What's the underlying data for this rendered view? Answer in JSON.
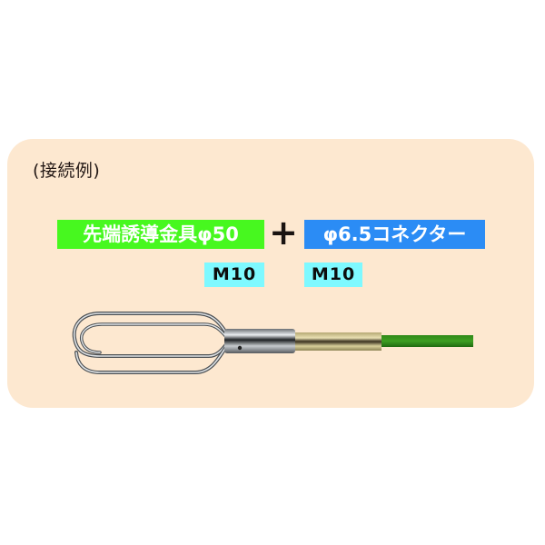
{
  "panel": {
    "title": "(接続例)",
    "background": "#fde8d0"
  },
  "combination": {
    "part_a": {
      "label": "先端誘導金具φ50",
      "color": "#47f81f",
      "thread": "M10"
    },
    "operator": "+",
    "part_b": {
      "label": "φ6.5コネクター",
      "color": "#2b8cf5",
      "thread": "M10"
    },
    "thread_badge_color": "#7ef9ff"
  },
  "product_image": {
    "description": "guide-tip-wire-basket-with-connector-and-rod",
    "parts": [
      "wire-basket-tip",
      "steel-sleeve",
      "brass-connector",
      "green-rod"
    ]
  }
}
